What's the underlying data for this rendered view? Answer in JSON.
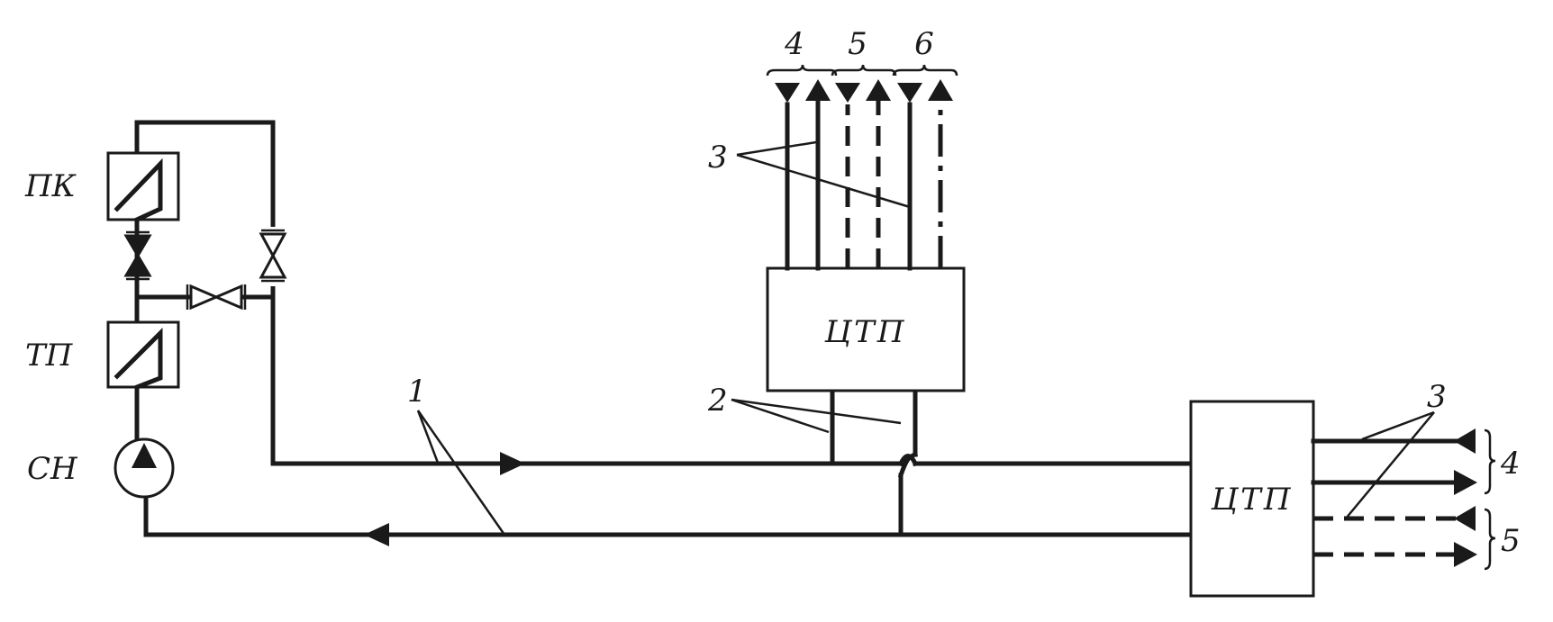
{
  "equipment": {
    "peak_boiler": "ПК",
    "heat_exchanger": "ТП",
    "network_pump": "СН"
  },
  "substations": {
    "upper": "ЦТП",
    "right": "ЦТП"
  },
  "callouts": {
    "mains": "1",
    "branches": "2",
    "networks_top": "3",
    "networks_right": "3"
  },
  "consumer_groups": {
    "top": [
      "4",
      "5",
      "6"
    ],
    "right": [
      "4",
      "5"
    ]
  },
  "colors": {
    "ink": "#1a1a1a",
    "background": "#ffffff"
  }
}
